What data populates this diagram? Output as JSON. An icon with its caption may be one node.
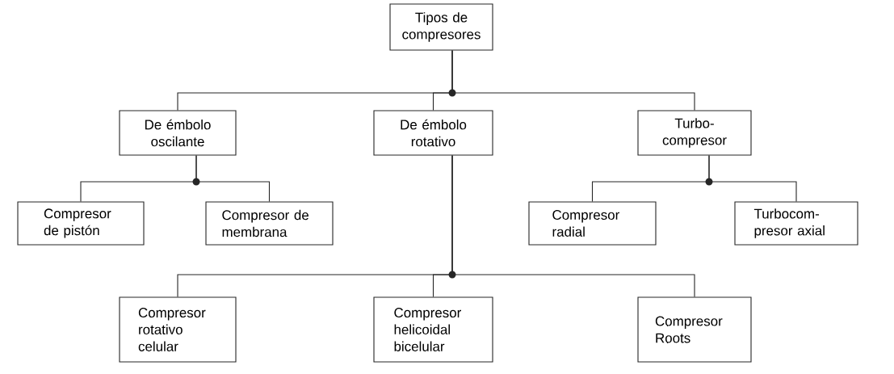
{
  "diagram": {
    "nodes": [
      {
        "text": [
          "Tipos de compresores"
        ]
      },
      {
        "text": [
          "De émbolo oscilante"
        ]
      },
      {
        "text": [
          "De émbolo rotativo"
        ]
      },
      {
        "text": [
          "Turbo-compresor"
        ]
      },
      {
        "text": [
          "Compresor de pistón"
        ]
      },
      {
        "text": [
          "Compresor de membrana"
        ]
      },
      {
        "text": [
          "Compresor radial"
        ]
      },
      {
        "text": [
          "Turbocom-presor axial"
        ]
      },
      {
        "text": [
          "Compresor rotativo celular"
        ]
      },
      {
        "text": [
          "Compresor helicoidal bicelular"
        ]
      },
      {
        "text": [
          "Compresor Roots"
        ]
      }
    ],
    "edges": [
      {
        "from": 0,
        "to": 1,
        "arrow": "none"
      },
      {
        "from": 0,
        "to": 2,
        "arrow": "none"
      },
      {
        "from": 0,
        "to": 3,
        "arrow": "none"
      },
      {
        "from": 1,
        "to": 4,
        "arrow": "none"
      },
      {
        "from": 1,
        "to": 5,
        "arrow": "none"
      },
      {
        "from": 3,
        "to": 6,
        "arrow": "none"
      },
      {
        "from": 3,
        "to": 7,
        "arrow": "none"
      },
      {
        "from": 2,
        "to": 8,
        "arrow": "none"
      },
      {
        "from": 2,
        "to": 9,
        "arrow": "none"
      },
      {
        "from": 2,
        "to": 10,
        "arrow": "none"
      }
    ]
  }
}
